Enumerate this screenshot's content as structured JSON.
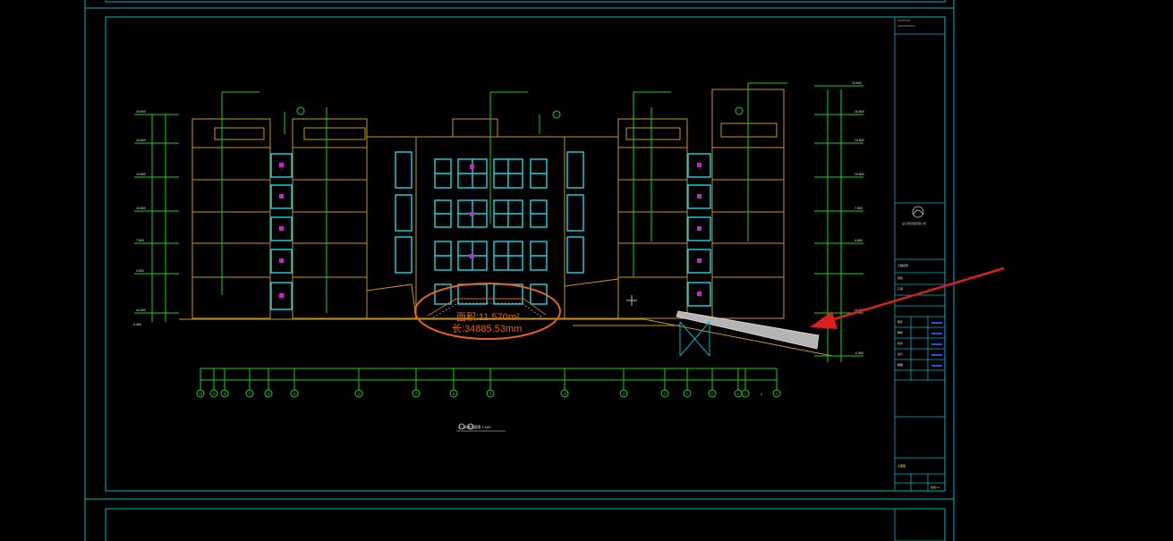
{
  "drawing": {
    "colors": {
      "background": "#000000",
      "frame": "#00b4c8",
      "window": "#19d8e6",
      "building": "#c8961e",
      "dimension": "#19d219",
      "magenta": "#d21ed2",
      "highlight": "#e6641e",
      "arrow": "#dc1e1e",
      "ramp": "#c8c8c8"
    },
    "measurement": {
      "area_label": "面积:11.570m²",
      "length_label": "长:34885.53mm"
    },
    "drawing_title": "①-⑳轴立面图 1:100",
    "axis_labels": [
      "⑳",
      "⑲",
      "⑱",
      "⑰",
      "⑯",
      "⑮",
      "⑬",
      "⑪",
      "⑨",
      "⑦",
      "⑤",
      "③",
      "①",
      "F",
      "E",
      "D",
      "C",
      "B",
      "A"
    ],
    "elevation_labels": [
      "19.500",
      "16.800",
      "13.800",
      "10.800",
      "7.800",
      "4.800",
      "±0.000",
      "-0.450"
    ],
    "titleblock": {
      "design_company": "设计研究院有限公司",
      "rows": [
        "工程名称",
        "项目",
        "子项",
        "审定",
        "审核",
        "校对",
        "设计",
        "制图"
      ],
      "sheet_label": "立面图",
      "sheet_no": "建施-11"
    }
  }
}
